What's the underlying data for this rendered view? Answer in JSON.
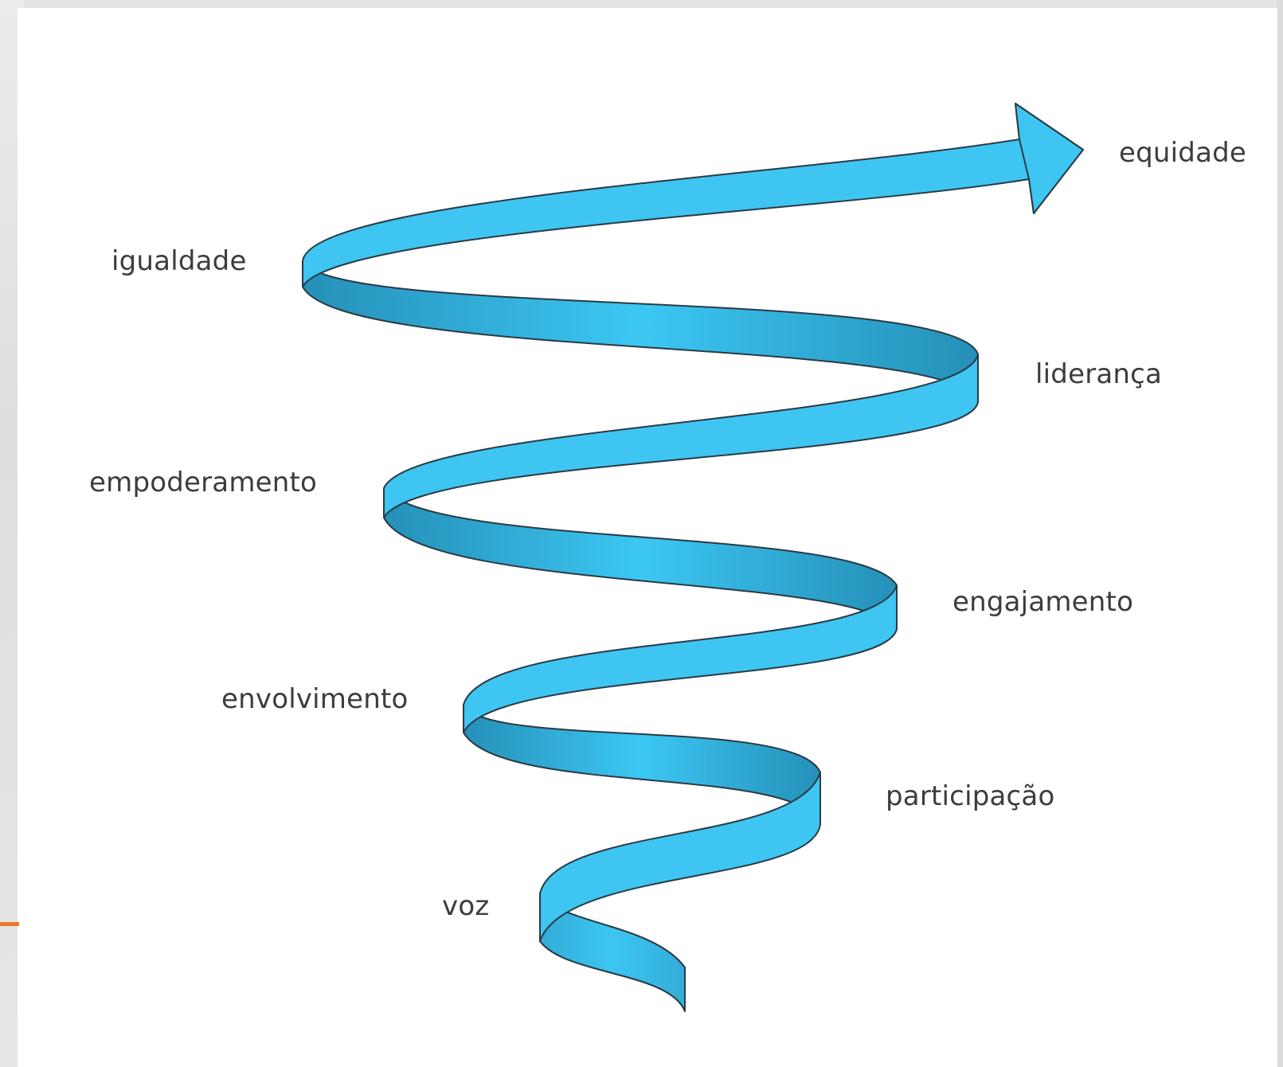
{
  "diagram": {
    "colors": {
      "ribbon_front": "#3ec5f2",
      "ribbon_back_dark": "#2590b8",
      "ribbon_back_light": "#3cc7f3",
      "outline": "#2a3a44",
      "label_text": "#3c3c3c",
      "accent": "#f07a2a"
    },
    "arrow_icon": "arrow-right-icon",
    "labels": {
      "equidade": "equidade",
      "igualdade": "igualdade",
      "lideranca": "liderança",
      "empoderamento": "empoderamento",
      "engajamento": "engajamento",
      "envolvimento": "envolvimento",
      "participacao": "participação",
      "voz": "voz"
    }
  }
}
